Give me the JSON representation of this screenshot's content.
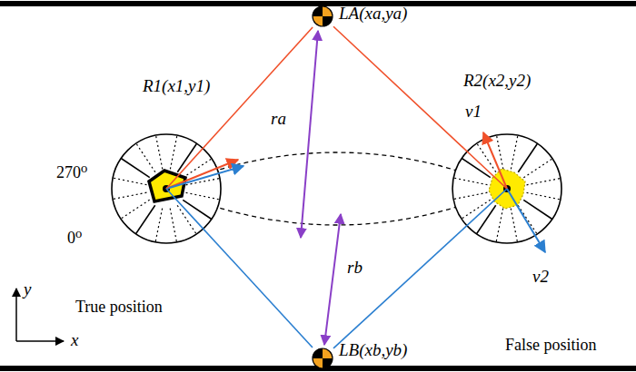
{
  "diagram": {
    "nodes": [
      {
        "text": [
          "LA(xa,ya)"
        ]
      },
      {
        "text": [
          "R1(x1,y1)",
          "True position"
        ]
      },
      {
        "text": [
          "R2(x2,y2)",
          "False position"
        ]
      },
      {
        "text": [
          "LB(xb,yb)"
        ]
      }
    ],
    "edges": [
      {
        "from": 0,
        "to": 1,
        "arrow": "none"
      },
      {
        "from": 0,
        "to": 2,
        "arrow": "none"
      },
      {
        "from": 3,
        "to": 1,
        "arrow": "none"
      },
      {
        "from": 3,
        "to": 2,
        "arrow": "none"
      }
    ],
    "labels": [
      "v1",
      "v2",
      "ra",
      "rb",
      "270⁰",
      "0⁰",
      "y",
      "x"
    ]
  }
}
